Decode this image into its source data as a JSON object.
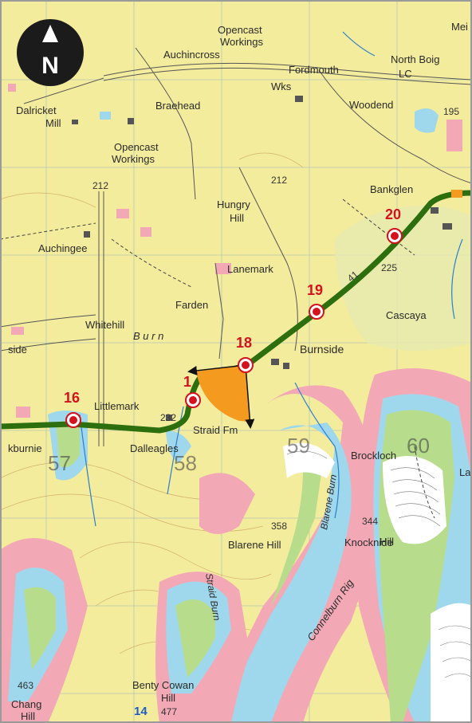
{
  "map": {
    "north_arrow": {
      "letter": "N",
      "icon": "north-arrow-icon"
    },
    "viewpoints": [
      {
        "id": "vp-16",
        "number": "16"
      },
      {
        "id": "vp-18",
        "number": "18"
      },
      {
        "id": "vp-19",
        "number": "19"
      },
      {
        "id": "vp-20",
        "number": "20"
      },
      {
        "id": "vp-17",
        "number": "1"
      }
    ],
    "place_labels": {
      "opencast1": "Opencast",
      "workings1": "Workings",
      "auchincross": "Auchincross",
      "fordmouth": "Fordmouth",
      "north_boig": "North Boig",
      "lc": "LC",
      "mei": "Mei",
      "dalricket": "Dalricket",
      "mill": "Mill",
      "braehead": "Braehead",
      "wks": "Wks",
      "woodend": "Woodend",
      "opencast2": "Opencast",
      "workings2": "Workings",
      "bankglen": "Bankglen",
      "hungry": "Hungry",
      "hill_hungry": "Hill",
      "auchingee": "Auchingee",
      "lanemark": "Lanemark",
      "farden": "Farden",
      "whitehill": "Whitehill",
      "cascaya": "Cascaya",
      "side": "side",
      "burn": "B u r n",
      "burnside": "Burnside",
      "littlemark": "Littlemark",
      "straid_fm": "Straid Fm",
      "kburnie": "kburnie",
      "dalleagles": "Dalleagles",
      "brockloch": "Brockloch",
      "blarene_hill": "Blarene Hill",
      "knocknide": "Knocknide",
      "hill_knock": "Hill",
      "la": "La",
      "connelburn_rig": "Connelburn Rig",
      "blarene_burn": "Blarene Burn",
      "straid_burn": "Straid Burn",
      "benty_cowan": "Benty Cowan",
      "hill_benty": "Hill",
      "chang": "Chang",
      "hill_chang": "Hill"
    },
    "heights": {
      "h212a": "212",
      "h212b": "212",
      "h195": "195",
      "h225": "225",
      "h232": "232",
      "h358": "358",
      "h344": "344",
      "h463": "463",
      "h477": "477",
      "h41": "41"
    },
    "grid_numbers": {
      "g57": "57",
      "g58": "58",
      "g59": "59",
      "g60": "60"
    },
    "blue_marker": "14",
    "colors": {
      "base": "#f3ec9c",
      "pink": "#f2a9b5",
      "cyan": "#9fd8ec",
      "green": "#b7dc8c",
      "white": "#ffffff",
      "route": "#2d6e0e",
      "viewpoint": "#d4111c",
      "viewcone": "#f39a1f"
    }
  }
}
